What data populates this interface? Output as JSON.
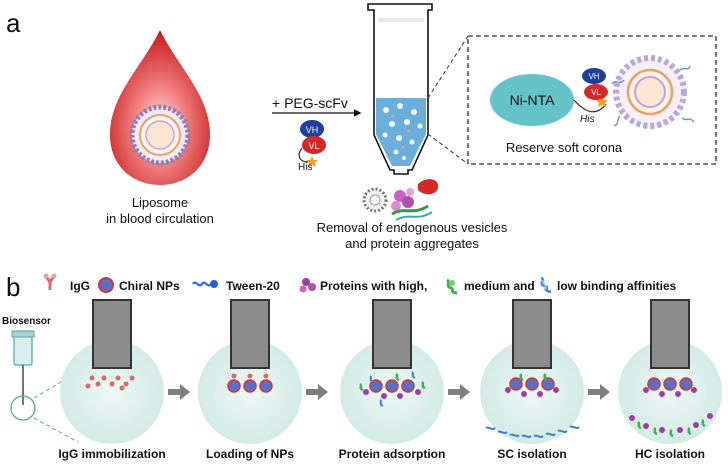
{
  "panel_a": {
    "letter": "a",
    "drop_label_line1": "Liposome",
    "drop_label_line2": "in blood circulation",
    "reagent": "+ PEG-scFv",
    "scfv_vh": "VH",
    "scfv_vl": "VL",
    "scfv_his": "His",
    "removal_line1": "Removal of endogenous vesicles",
    "removal_line2": "and protein aggregates",
    "inset_resin": "Ni-NTA",
    "inset_vh": "VH",
    "inset_vl": "VL",
    "inset_his": "His",
    "inset_caption": "Reserve soft corona"
  },
  "panel_b": {
    "letter": "b",
    "legend": {
      "igg": "IgG",
      "chiral": "Chiral NPs",
      "tween": "Tween-20",
      "high": "Proteins with high,",
      "medium": "medium and",
      "low": "low binding affinities"
    },
    "biosensor": "Biosensor",
    "steps": [
      "IgG immobilization",
      "Loading of NPs",
      "Protein adsorption",
      "SC isolation",
      "HC isolation"
    ]
  },
  "colors": {
    "blood": "#d42a2a",
    "pale_circle": "#dff0ec",
    "sensor_bar": "#8c8c8c",
    "arrow": "#7f7f7f",
    "ni_nta": "#63c3c8",
    "vh": "#1f3f9e",
    "vl": "#d62828"
  }
}
